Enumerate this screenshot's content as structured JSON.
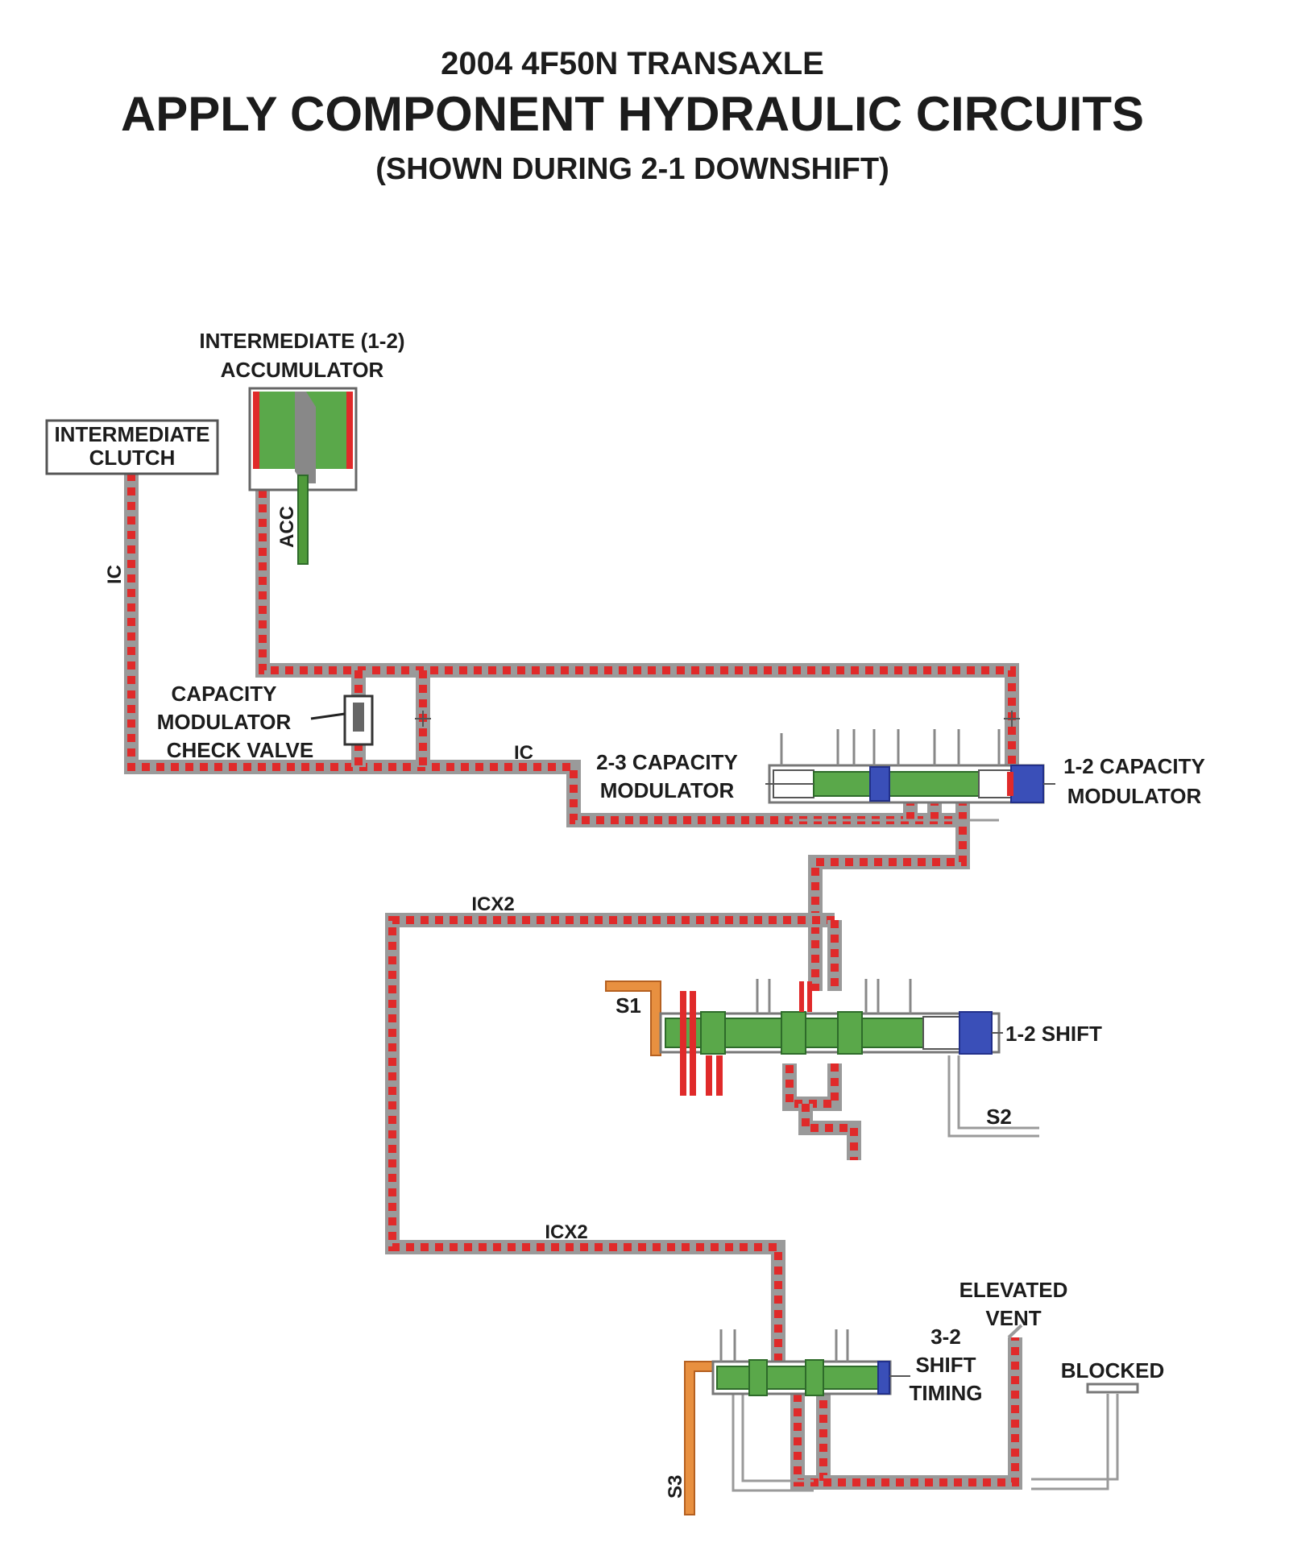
{
  "header": {
    "line1": "2004 4F50N TRANSAXLE",
    "line2": "APPLY COMPONENT HYDRAULIC CIRCUITS",
    "line3": "(SHOWN DURING 2-1 DOWNSHIFT)"
  },
  "components": {
    "accumulator": {
      "line1": "INTERMEDIATE (1-2)",
      "line2": "ACCUMULATOR"
    },
    "clutch": {
      "line1": "INTERMEDIATE",
      "line2": "CLUTCH"
    },
    "check_valve": {
      "line1": "CAPACITY",
      "line2": "MODULATOR",
      "line3": "CHECK VALVE"
    },
    "modulator_23": {
      "line1": "2-3 CAPACITY",
      "line2": "MODULATOR"
    },
    "modulator_12": {
      "line1": "1-2 CAPACITY",
      "line2": "MODULATOR"
    },
    "shift_12": {
      "label": "1-2 SHIFT"
    },
    "shift_timing": {
      "line1": "3-2",
      "line2": "SHIFT",
      "line3": "TIMING"
    },
    "elevated_vent": {
      "line1": "ELEVATED",
      "line2": "VENT"
    },
    "blocked": {
      "label": "BLOCKED"
    }
  },
  "circuits": {
    "ic_vertical": "IC",
    "ic_horizontal": "IC",
    "acc": "ACC",
    "icx2_upper": "ICX2",
    "icx2_lower": "ICX2",
    "s1": "S1",
    "s2": "S2",
    "s3": "S3"
  },
  "colors": {
    "pressure_apply": "#e02a2a",
    "pipe_casing": "#9a9a9a",
    "valve_spool": "#5aa84a",
    "spring": "#3a4fb8",
    "solenoid_feed": "#e89040",
    "acc_feed": "#4f9a3a"
  }
}
